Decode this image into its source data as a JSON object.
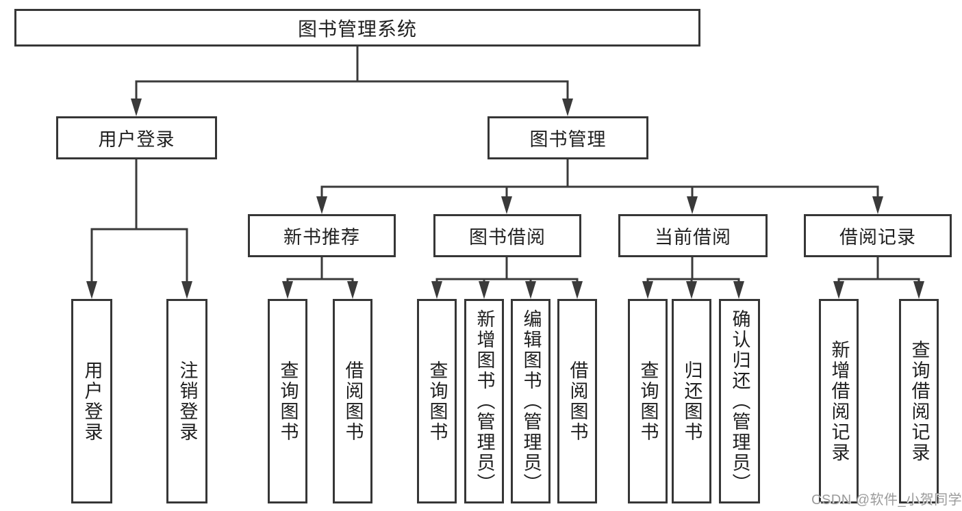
{
  "tree": {
    "root": {
      "label": "图书管理系统"
    },
    "children": [
      {
        "label": "用户登录",
        "children": [
          {
            "label": "用户登录"
          },
          {
            "label": "注销登录"
          }
        ]
      },
      {
        "label": "图书管理",
        "children": [
          {
            "label": "新书推荐",
            "children": [
              {
                "label": "查询图书"
              },
              {
                "label": "借阅图书"
              }
            ]
          },
          {
            "label": "图书借阅",
            "children": [
              {
                "label": "查询图书"
              },
              {
                "label": "新增图书（管理员）"
              },
              {
                "label": "编辑图书（管理员）"
              },
              {
                "label": "借阅图书"
              }
            ]
          },
          {
            "label": "当前借阅",
            "children": [
              {
                "label": "查询图书"
              },
              {
                "label": "归还图书"
              },
              {
                "label": "确认归还（管理员）"
              }
            ]
          },
          {
            "label": "借阅记录",
            "children": [
              {
                "label": "新增借阅记录"
              },
              {
                "label": "查询借阅记录"
              }
            ]
          }
        ]
      }
    ]
  },
  "watermark": {
    "text": "CSDN @软件_小贺同学"
  },
  "colors": {
    "background": "#ffffff",
    "border": "#363636",
    "line": "#3a3a3a",
    "text": "#1f1f1f",
    "watermark_text": "#9b9b9b"
  }
}
